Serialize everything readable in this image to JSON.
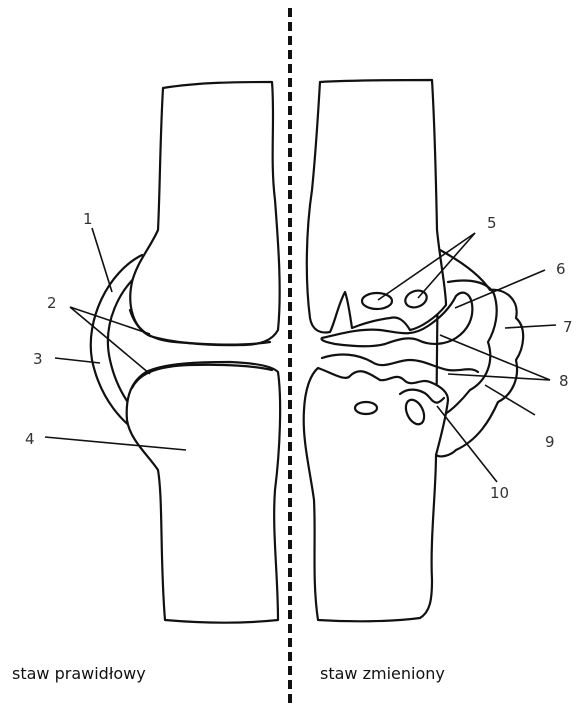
{
  "captions": {
    "left": "staw prawidłowy",
    "right": "staw zmieniony"
  },
  "labels": {
    "n1": "1",
    "n2": "2",
    "n3": "3",
    "n4": "4",
    "n5": "5",
    "n6": "6",
    "n7": "7",
    "n8": "8",
    "n9": "9",
    "n10": "10"
  }
}
